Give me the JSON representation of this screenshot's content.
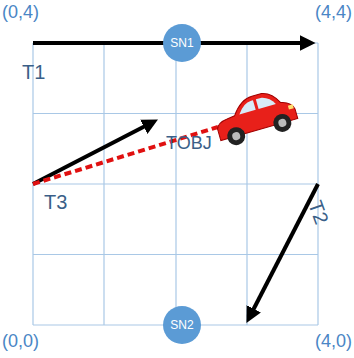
{
  "diagram": {
    "nodes": [
      {
        "text": [
          "SN1"
        ]
      },
      {
        "text": [
          "SN2"
        ]
      }
    ],
    "labels": [
      "(0,4)",
      "(4,4)",
      "(0,0)",
      "(4,0)",
      "T1",
      "T2",
      "T3",
      "TOBJ"
    ]
  }
}
